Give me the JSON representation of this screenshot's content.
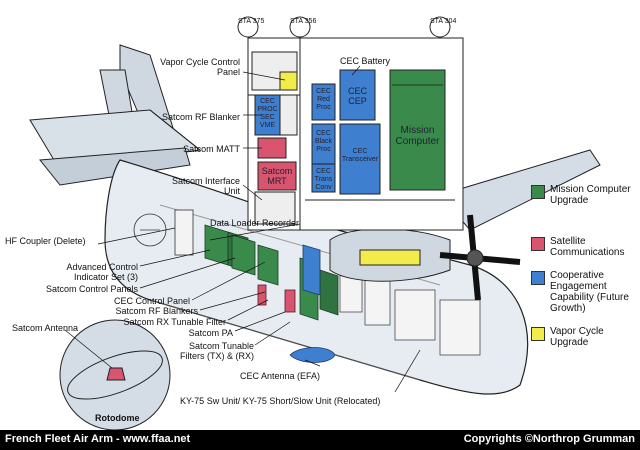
{
  "diagram": {
    "stations": [
      "STA 375",
      "STA 356",
      "STA 304"
    ],
    "components": {
      "vapor_cycle_control_panel": "Vapor Cycle Control Panel",
      "satcom_rf_blanker": "Satcom RF Blanker",
      "satcom_matt": "Satcom MATT",
      "satcom_interface_unit": "Satcom Interface Unit",
      "cec_battery": "CEC Battery",
      "data_loader_recorder": "Data Loader Recorder",
      "hf_coupler": "HF Coupler (Delete)",
      "advanced_control_indicator": "Advanced Control Indicator Set (3)",
      "satcom_control_panels": "Satcom Control Panels",
      "cec_control_panel": "CEC Control Panel",
      "satcom_rf_blankers": "Satcom RF Blankers",
      "satcom_rx_tunable_filter": "Satcom RX Tunable Filter",
      "satcom_pa": "Satcom PA",
      "satcom_tunable_filters": "Satcom Tunable Filters (TX) & (RX)",
      "satcom_antenna": "Satcom Antenna",
      "rotodome": "Rotodome",
      "cec_antenna": "CEC Antenna (EFA)",
      "ky75": "KY-75 Sw Unit/ KY-75 Short/Slow Unit (Relocated)"
    },
    "rack_boxes": {
      "cec_proc_sec_vme": "CEC PROC SEC VME",
      "cec_red_proc": "CEC Red Proc",
      "cec_cep": "CEC CEP",
      "cec_black_proc": "CEC Black Proc",
      "cec_trans_conv": "CEC Trans Conv",
      "cec_transceiver": "CEC Transceiver",
      "satcom_mrt": "Satcom MRT",
      "mission_computer": "Mission Computer"
    }
  },
  "legend": [
    {
      "label": "Mission Computer Upgrade",
      "color": "#3a8a4c"
    },
    {
      "label": "Satellite Communications",
      "color": "#d9546e"
    },
    {
      "label": "Cooperative Engagement Capability (Future Growth)",
      "color": "#3f7fd0"
    },
    {
      "label": "Vapor Cycle Upgrade",
      "color": "#f2ec4a"
    }
  ],
  "footer": {
    "left": "French Fleet Air Arm - www.ffaa.net",
    "right": "Copyrights ©Northrop Grumman"
  }
}
